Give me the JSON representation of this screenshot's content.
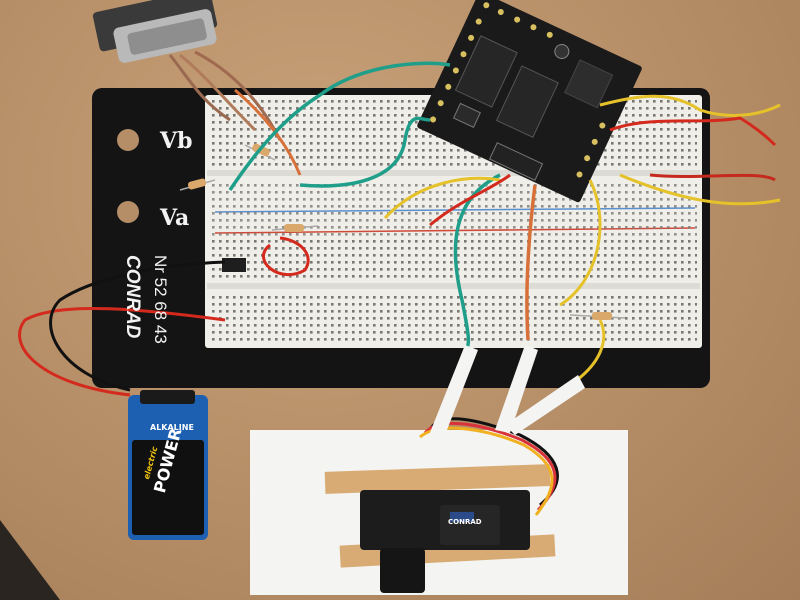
{
  "breadboard_labels": {
    "vb": "Vb",
    "va": "Va",
    "brand": "CONRAD",
    "part_no": "Nr 52 68 43"
  },
  "battery": {
    "type_label": "ALKALINE",
    "brand_top": "electric",
    "brand_main": "POWER"
  },
  "servo": {
    "brand": "CONRAD"
  },
  "colors": {
    "table": "#b58d66",
    "board_base": "#141414",
    "breadboard": "#efeee8",
    "pcb": "#1a1a1a",
    "battery_blue": "#1d5fb0",
    "wire_green": "#1f9e8a",
    "wire_yellow": "#e5c22a",
    "wire_red": "#d42a1e",
    "wire_orange": "#d8703a"
  },
  "icons": [
    "breadboard",
    "pcb-module",
    "serial-connector",
    "battery-9v",
    "servo-motor"
  ]
}
